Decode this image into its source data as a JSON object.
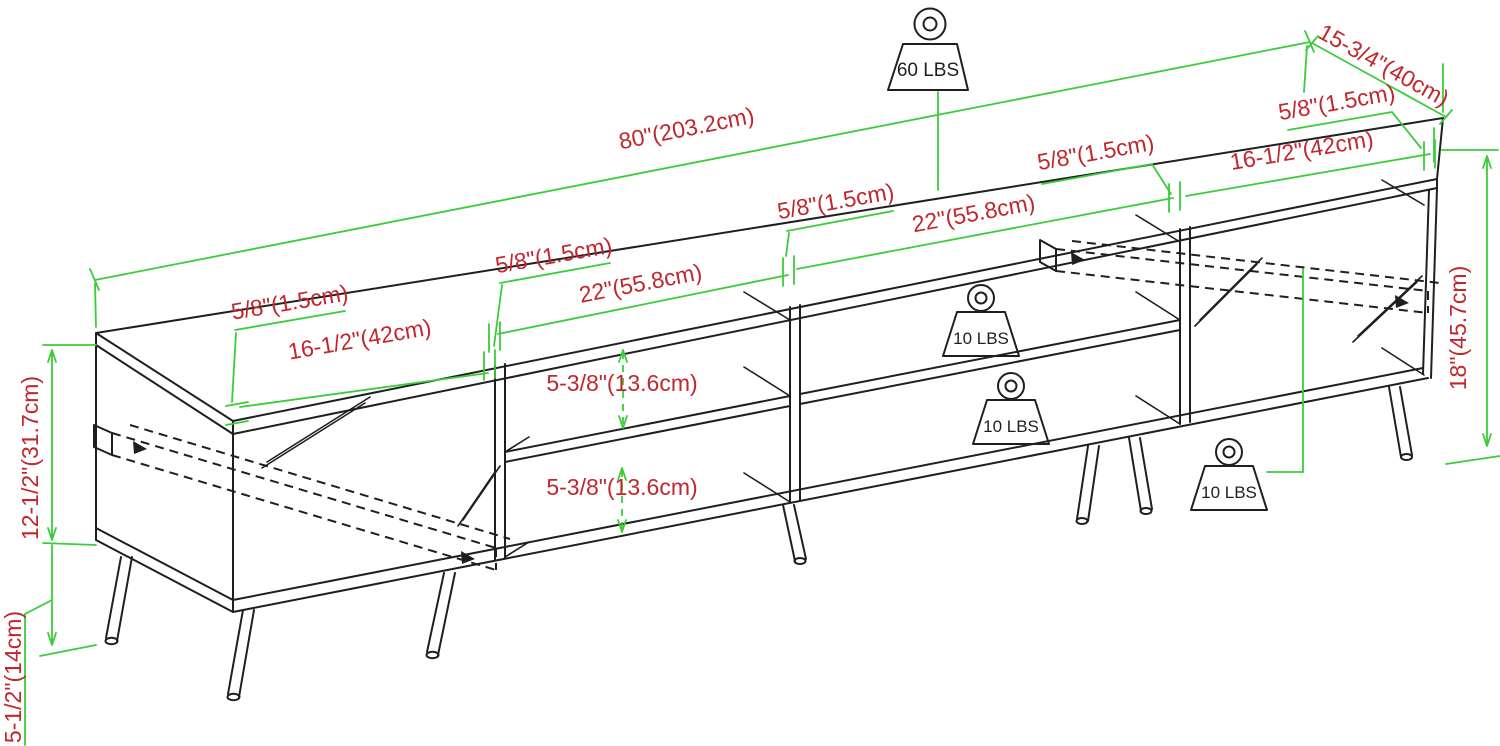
{
  "colors": {
    "background": "#ffffff",
    "outline": "#1f1f1f",
    "dimension_line": "#3bcc3b",
    "dimension_text": "#c1272d"
  },
  "weights": {
    "top_surface": {
      "label": "60 LBS"
    },
    "middle_shelf": {
      "label": "10 LBS"
    },
    "bottom_shelf": {
      "label": "10 LBS"
    },
    "right_shelf": {
      "label": "10 LBS"
    }
  },
  "dimensions": {
    "overall_width": {
      "label": "80\"(203.2cm)"
    },
    "depth": {
      "label": "15-3/4\"(40cm)"
    },
    "overall_height": {
      "label": "18\"(45.7cm)"
    },
    "cabinet_height": {
      "label": "12-1/2\"(31.7cm)"
    },
    "leg_height": {
      "label": "5-1/2\"(14cm)"
    },
    "top_panel_thickness_right": {
      "label": "5/8\"(1.5cm)"
    },
    "divider_thickness_right": {
      "label": "5/8\"(1.5cm)"
    },
    "divider_thickness_center": {
      "label": "5/8\"(1.5cm)"
    },
    "divider_thickness_left": {
      "label": "5/8\"(1.5cm)"
    },
    "top_panel_thickness_left": {
      "label": "5/8\"(1.5cm)"
    },
    "door_width_right": {
      "label": "16-1/2\"(42cm)"
    },
    "door_width_left": {
      "label": "16-1/2\"(42cm)"
    },
    "bay_width_right": {
      "label": "22\"(55.8cm)"
    },
    "bay_width_left": {
      "label": "22\"(55.8cm)"
    },
    "shelf_clearance_upper": {
      "label": "5-3/8\"(13.6cm)"
    },
    "shelf_clearance_lower": {
      "label": "5-3/8\"(13.6cm)"
    }
  }
}
